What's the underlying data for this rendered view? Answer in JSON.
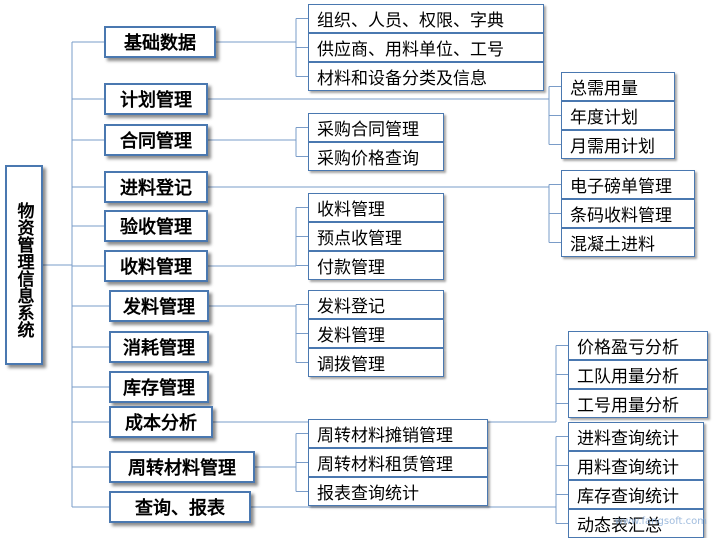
{
  "root": {
    "label": "物资管理信息系统"
  },
  "categories": [
    {
      "label": "基础数据",
      "items": [
        "组织、人员、权限、字典",
        "供应商、用料单位、工号",
        "材料和设备分类及信息"
      ]
    },
    {
      "label": "计划管理",
      "items": [
        "总需用量",
        "年度计划",
        "月需用计划"
      ]
    },
    {
      "label": "合同管理",
      "items": [
        "采购合同管理",
        "采购价格查询"
      ]
    },
    {
      "label": "进料登记",
      "items": [
        "电子磅单管理",
        "条码收料管理",
        "混凝土进料"
      ]
    },
    {
      "label": "验收管理",
      "items": []
    },
    {
      "label": "收料管理",
      "items": [
        "收料管理",
        "预点收管理",
        "付款管理"
      ]
    },
    {
      "label": "发料管理",
      "items": [
        "发料登记",
        "发料管理",
        "调拨管理"
      ]
    },
    {
      "label": "消耗管理",
      "items": []
    },
    {
      "label": "库存管理",
      "items": []
    },
    {
      "label": "成本分析",
      "items": [
        "价格盈亏分析",
        "工队用量分析",
        "工号用量分析"
      ]
    },
    {
      "label": "周转材料管理",
      "items": [
        "周转材料摊销管理",
        "周转材料租赁管理",
        "报表查询统计"
      ]
    },
    {
      "label": "查询、报表",
      "items": [
        "进料查询统计",
        "用料查询统计",
        "库存查询统计",
        "动态表汇总"
      ]
    }
  ],
  "watermark": "www.fangsoft.com"
}
